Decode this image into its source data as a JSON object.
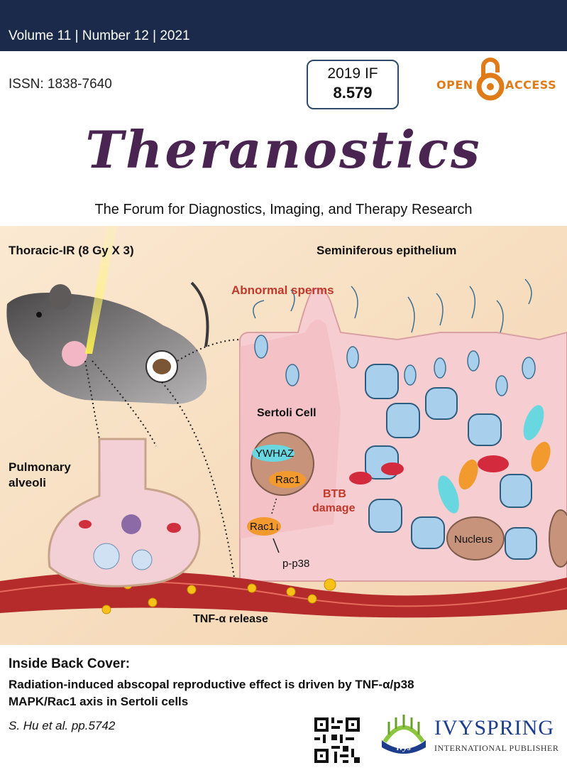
{
  "header": {
    "volume": "Volume 11 | Number 12 | 2021",
    "issn": "ISSN: 1838-7640",
    "impact_factor_label": "2019 IF",
    "impact_factor_value": "8.579",
    "open_access_left": "OPEN",
    "open_access_right": "ACCESS"
  },
  "journal": {
    "title": "Theranostics",
    "tagline": "The Forum for Diagnostics, Imaging, and Therapy Research"
  },
  "illustration": {
    "label_thoracic": "Thoracic-IR (8 Gy X 3)",
    "label_seminiferous": "Seminiferous epithelium",
    "label_abnormal": "Abnormal sperms",
    "label_sertoli": "Sertoli Cell",
    "label_pulmonary_1": "Pulmonary",
    "label_pulmonary_2": "alveoli",
    "label_ywhaz": "YWHAZ",
    "label_rac1": "Rac1",
    "label_rac1_down": "Rac1↓",
    "label_pp38": "p-p38",
    "label_btb_1": "BTB",
    "label_btb_2": "damage",
    "label_nucleus": "Nucleus",
    "label_tnf": "TNF-α release",
    "colors": {
      "background": "#f7e3c9",
      "tissue": "#f4c7c9",
      "vessel": "#b52a2a",
      "cell_blue": "#a8d0ec",
      "accent_red": "#c0392b"
    }
  },
  "cover_story": {
    "heading": "Inside Back Cover:",
    "title_line1": "Radiation-induced abscopal reproductive effect is driven by TNF-α/p38",
    "title_line2": "MAPK/Rac1 axis in Sertoli cells",
    "authors": "S. Hu et al. pp.5742"
  },
  "publisher": {
    "name": "IVYSPRING",
    "subtitle": "INTERNATIONAL PUBLISHER",
    "logo_text": "ivys"
  },
  "icons": [
    "qr-code-icon",
    "open-access-lock-icon",
    "ivyspring-logo-icon"
  ]
}
